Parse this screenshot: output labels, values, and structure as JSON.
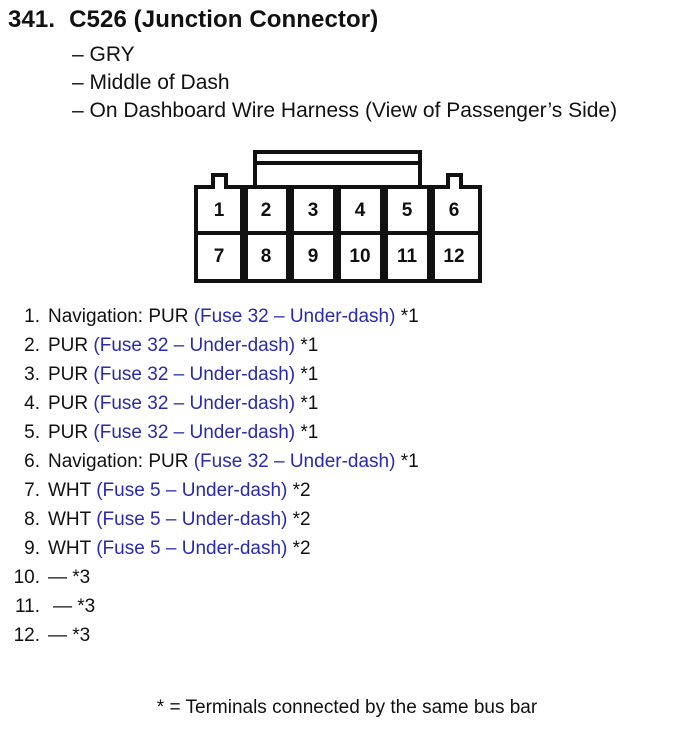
{
  "header": {
    "number": "341.",
    "title": "C526 (Junction Connector)"
  },
  "attributes": [
    "– GRY",
    "– Middle of Dash",
    "– On Dashboard Wire Harness (View of Passenger’s Side)"
  ],
  "connector": {
    "top_row": [
      "1",
      "2",
      "3",
      "4",
      "5",
      "6"
    ],
    "bottom_row": [
      "7",
      "8",
      "9",
      "10",
      "11",
      "12"
    ]
  },
  "pins": [
    {
      "num": "1.",
      "desc": "Navigation: PUR",
      "fuse": "(Fuse 32 – Under-dash)",
      "note": "*1"
    },
    {
      "num": "2.",
      "desc": "PUR",
      "fuse": "(Fuse 32 – Under-dash)",
      "note": "*1"
    },
    {
      "num": "3.",
      "desc": "PUR",
      "fuse": "(Fuse 32 – Under-dash)",
      "note": "*1"
    },
    {
      "num": "4.",
      "desc": "PUR",
      "fuse": "(Fuse 32 – Under-dash)",
      "note": "*1"
    },
    {
      "num": "5.",
      "desc": "PUR",
      "fuse": "(Fuse 32 – Under-dash)",
      "note": "*1"
    },
    {
      "num": "6.",
      "desc": "Navigation: PUR",
      "fuse": "(Fuse 32 – Under-dash)",
      "note": "*1"
    },
    {
      "num": "7.",
      "desc": "WHT",
      "fuse": "(Fuse 5 – Under-dash)",
      "note": "*2"
    },
    {
      "num": "8.",
      "desc": "WHT",
      "fuse": "(Fuse 5 – Under-dash)",
      "note": "*2"
    },
    {
      "num": "9.",
      "desc": "WHT",
      "fuse": "(Fuse 5 – Under-dash)",
      "note": "*2"
    },
    {
      "num": "10.",
      "desc": "—",
      "fuse": "",
      "note": "*3"
    },
    {
      "num": "11.",
      "desc": "—",
      "fuse": "",
      "note": "*3"
    },
    {
      "num": "12.",
      "desc": "—",
      "fuse": "",
      "note": "*3"
    }
  ],
  "footnote": "* = Terminals connected by the same bus bar"
}
